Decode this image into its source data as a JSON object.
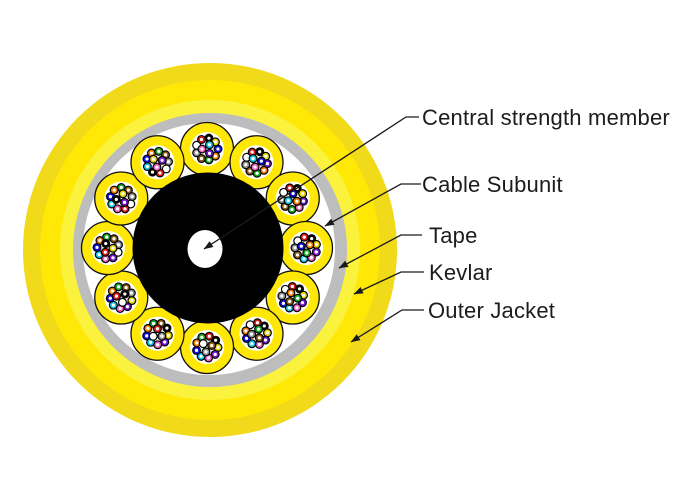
{
  "title": "Fiber optic cable cross-section diagram",
  "labels": {
    "central_strength_member": "Central strength member",
    "cable_subunit": "Cable Subunit",
    "tape": "Tape",
    "kevlar": "Kevlar",
    "outer_jacket": "Outer Jacket"
  },
  "colors": {
    "background": "#FFFFFF",
    "outer_jacket": "#FFE806",
    "outer_jacket_rim": "#F0DA1A",
    "kevlar": "#FAF23C",
    "tape": "#BDBDBD",
    "interior": "#FFFFFF",
    "subunit_fill": "#FFE808",
    "subunit_inner": "#FFFFFF",
    "subunit_outline": "#111111",
    "central_member": "#000000",
    "center_hole": "#FFFFFF",
    "leader_line": "#1A1A1A",
    "label_text": "#1C1C1C",
    "fiber_outline": "#000000",
    "fiber_core": "#FFFFFF"
  },
  "diagram": {
    "subunit_count": 12,
    "fibers_per_subunit": 12,
    "fiber_color_names": [
      "blue",
      "orange",
      "green",
      "brown",
      "slate",
      "white",
      "red",
      "black",
      "yellow",
      "violet",
      "rose",
      "aqua"
    ],
    "fiber_colors": [
      "#1010E8",
      "#F07800",
      "#18A828",
      "#8B5A18",
      "#909090",
      "#FFFFFF",
      "#E01818",
      "#000000",
      "#E8D400",
      "#7818D0",
      "#F060C0",
      "#10C8E8"
    ]
  }
}
